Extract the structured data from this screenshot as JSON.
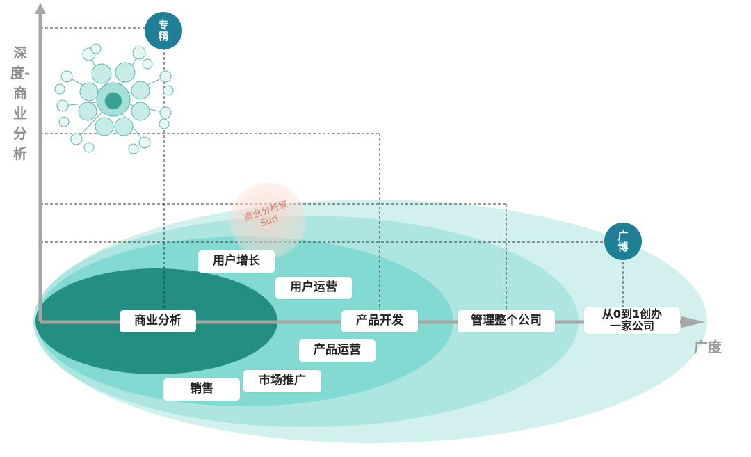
{
  "axes": {
    "y_label": "深度-商业分析",
    "x_label": "广度"
  },
  "badges": {
    "top": "专\n精",
    "right": "广\n博"
  },
  "labels": {
    "user_growth": "用户增长",
    "user_ops": "用户运营",
    "business_analysis": "商业分析",
    "product_dev": "产品开发",
    "manage_company": "管理整个公司",
    "startup": "从0到1创办\n一家公司",
    "product_ops": "产品运营",
    "marketing": "市场推广",
    "sales": "销售"
  },
  "watermark": {
    "line1": "商业分析家",
    "line2": "Suri"
  },
  "colors": {
    "ellipse_outer": "#cdeeec",
    "ellipse_mid": "#a9e4df",
    "ellipse_inner": "#7fd9d2",
    "ellipse_core": "#238f82",
    "axis": "#a6a6a6",
    "badge": "#1f7f96"
  }
}
